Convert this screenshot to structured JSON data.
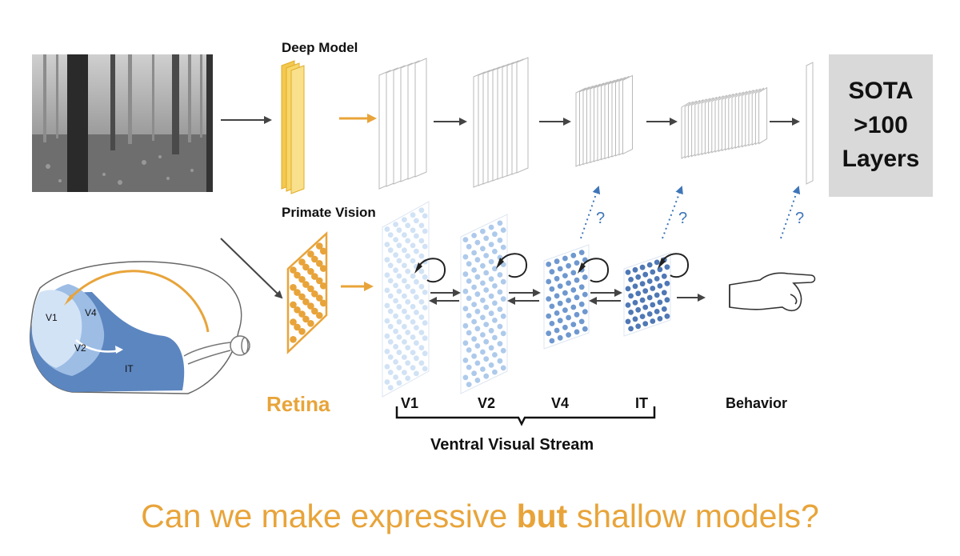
{
  "deep_model": {
    "title": "Deep Model"
  },
  "primate_vision": {
    "title": "Primate Vision"
  },
  "sota_box": {
    "line1": "SOTA",
    "line2": ">100",
    "line3": "Layers"
  },
  "retina": {
    "label": "Retina"
  },
  "brain_areas": {
    "v1": "V1",
    "v4": "V4",
    "v2": "V2",
    "it": "IT"
  },
  "stream_areas": [
    "V1",
    "V2",
    "V4",
    "IT"
  ],
  "behavior": {
    "label": "Behavior"
  },
  "stream": {
    "label": "Ventral Visual Stream"
  },
  "question_marks": [
    "?",
    "?",
    "?"
  ],
  "question": {
    "prefix": "Can we make expressive ",
    "bold": "but",
    "suffix": " shallow models?"
  },
  "colors": {
    "accent_orange": "#e8a43a",
    "yellow_layer": "#f7d66a",
    "blue_dark": "#4f78b5",
    "blue_light": "#cfe0f4",
    "gray_box": "#d9d9d9"
  }
}
